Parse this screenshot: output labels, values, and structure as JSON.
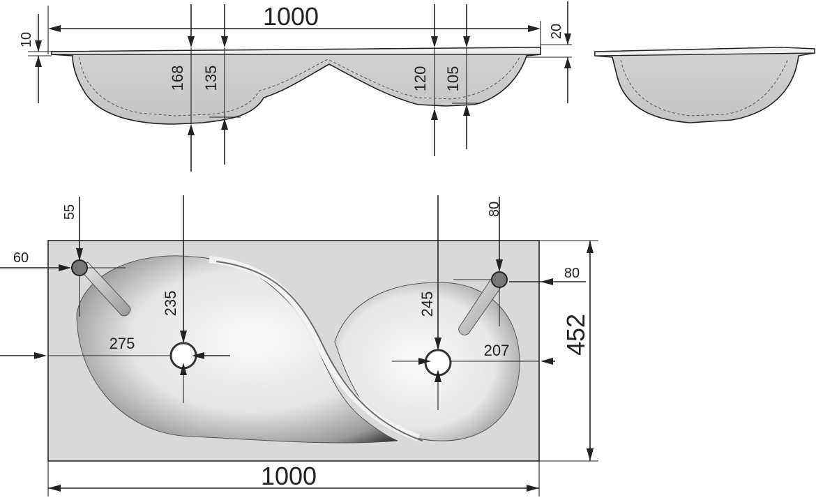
{
  "drawing": {
    "front_view": {
      "overall_width": "1000",
      "rim_thickness": "10",
      "edge_height": "20",
      "left_bowl_depth_outer": "168",
      "left_bowl_depth_inner": "135",
      "right_bowl_depth_outer": "120",
      "right_bowl_depth_inner": "105"
    },
    "top_view": {
      "overall_width": "1000",
      "overall_depth": "452",
      "left_tap_from_side": "55",
      "left_tap_from_back": "60",
      "left_drain_from_back": "235",
      "left_drain_from_side": "275",
      "right_drain_from_back": "245",
      "right_drain_from_side": "207",
      "right_tap_from_side": "80",
      "right_tap_from_back": "80"
    }
  },
  "colors": {
    "ink": "#222222",
    "ceramic": "#d7d7d7",
    "ceramic_light": "#f2f2f2",
    "bowl_shadow": "#2a2a2a"
  }
}
